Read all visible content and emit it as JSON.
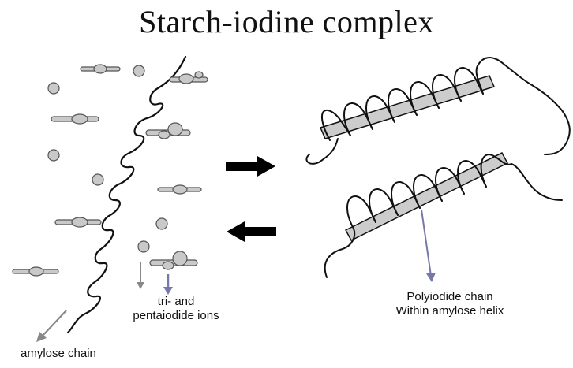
{
  "title": "Starch-iodine complex",
  "labels": {
    "ions": [
      "tri- and",
      "pentaiodide ions"
    ],
    "amylose": "amylose chain",
    "polyiodide": [
      "Polyiodide chain",
      "Within amylose helix"
    ]
  },
  "colors": {
    "stroke": "#111111",
    "ion_fill": "#c9c9c9",
    "ion_stroke": "#555555",
    "rod_fill": "#cccccc",
    "arrow_gray": "#888888",
    "arrow_blue": "#7777aa"
  },
  "reaction_arrows": [
    "forward-arrow-right",
    "reverse-arrow-left"
  ]
}
